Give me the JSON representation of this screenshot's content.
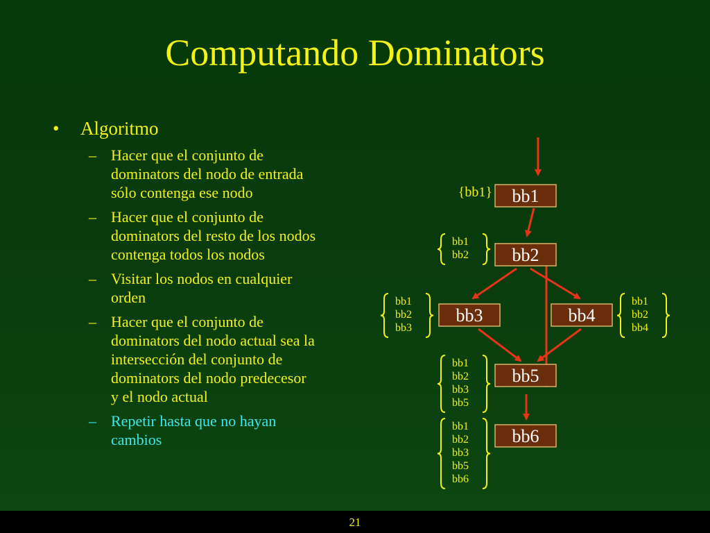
{
  "title": "Computando Dominators",
  "bullet": {
    "marker": "•",
    "text": "Algoritmo"
  },
  "subbullets": [
    {
      "marker": "–",
      "lines": [
        "Hacer que el conjunto de",
        "dominators del nodo de entrada",
        "sólo contenga ese nodo"
      ]
    },
    {
      "marker": "–",
      "lines": [
        "Hacer que el conjunto de",
        "dominators del resto de los nodos",
        "contenga todos los nodos"
      ]
    },
    {
      "marker": "–",
      "lines": [
        "Visitar los nodos en cualquier",
        "orden"
      ]
    },
    {
      "marker": "–",
      "lines": [
        "Hacer que el conjunto de",
        "dominators del nodo actual sea la",
        "intersección del conjunto de",
        "dominators del nodo predecesor",
        "y el nodo actual"
      ]
    },
    {
      "marker": "–",
      "lines": [
        "Repetir hasta que no hayan",
        "cambios"
      ],
      "highlight": true
    }
  ],
  "diagram": {
    "nodes": [
      {
        "id": "bb1",
        "label": "bb1"
      },
      {
        "id": "bb2",
        "label": "bb2"
      },
      {
        "id": "bb3",
        "label": "bb3"
      },
      {
        "id": "bb4",
        "label": "bb4"
      },
      {
        "id": "bb5",
        "label": "bb5"
      },
      {
        "id": "bb6",
        "label": "bb6"
      }
    ],
    "edges": [
      {
        "from": "entry",
        "to": "bb1"
      },
      {
        "from": "bb1",
        "to": "bb2"
      },
      {
        "from": "bb2",
        "to": "bb3"
      },
      {
        "from": "bb2",
        "to": "bb4"
      },
      {
        "from": "bb3",
        "to": "bb5"
      },
      {
        "from": "bb4",
        "to": "bb5"
      },
      {
        "from": "bb5",
        "to": "bb2"
      },
      {
        "from": "bb5",
        "to": "bb6"
      }
    ],
    "dominator_sets": {
      "bb1": "{bb1}",
      "bb2": [
        "bb1",
        "bb2"
      ],
      "bb3": [
        "bb1",
        "bb2",
        "bb3"
      ],
      "bb4": [
        "bb1",
        "bb2",
        "bb4"
      ],
      "bb5": [
        "bb1",
        "bb2",
        "bb3",
        "bb5"
      ],
      "bb6": [
        "bb1",
        "bb2",
        "bb3",
        "bb5",
        "bb6"
      ]
    }
  },
  "colors": {
    "text": "#f2f21a",
    "highlight": "#3ee8e8",
    "node_fill": "#6a2e0c",
    "arrow": "#e83418"
  },
  "page_number": "21"
}
